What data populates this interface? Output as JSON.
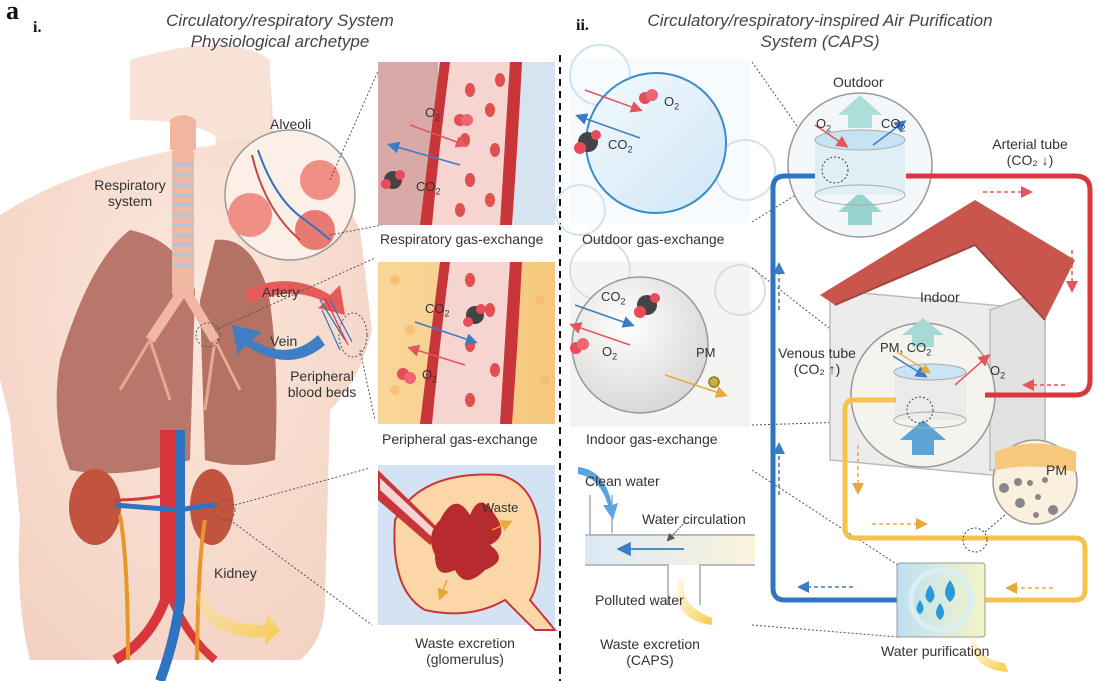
{
  "figure": {
    "panel_letter": "a",
    "left": {
      "numeral": "i.",
      "title_line1": "Circulatory/respiratory System",
      "title_line2": "Physiological archetype",
      "labels": {
        "alveoli": "Alveoli",
        "respiratory_system_line1": "Respiratory",
        "respiratory_system_line2": "system",
        "artery": "Artery",
        "vein": "Vein",
        "peripheral_line1": "Peripheral",
        "peripheral_line2": "blood beds",
        "kidney": "Kidney"
      },
      "insets": {
        "respiratory": {
          "caption": "Respiratory gas-exchange",
          "o2": "O",
          "co2": "CO",
          "sub": "2"
        },
        "peripheral": {
          "caption": "Peripheral gas-exchange",
          "o2": "O",
          "co2": "CO",
          "sub": "2"
        },
        "waste": {
          "caption_line1": "Waste excretion",
          "caption_line2": "(glomerulus)",
          "waste": "Waste"
        }
      }
    },
    "right": {
      "numeral": "ii.",
      "title_line1": "Circulatory/respiratory-inspired Air Purification",
      "title_line2": "System (CAPS)",
      "insets": {
        "outdoor": {
          "caption": "Outdoor gas-exchange",
          "o2": "O",
          "co2": "CO",
          "sub": "2"
        },
        "indoor": {
          "caption": "Indoor gas-exchange",
          "o2": "O",
          "co2": "CO",
          "sub": "2",
          "pm": "PM"
        },
        "water": {
          "clean": "Clean water",
          "circulation": "Water circulation",
          "polluted": "Polluted water",
          "caption_line1": "Waste excretion",
          "caption_line2": "(CAPS)"
        }
      },
      "system": {
        "outdoor": "Outdoor",
        "indoor": "Indoor",
        "o2": "O",
        "co2": "CO",
        "sub": "2",
        "pm_co2": "PM, CO",
        "arterial_line1": "Arterial tube",
        "arterial_line2": "(CO₂ ↓)",
        "venous_line1": "Venous tube",
        "venous_line2": "(CO₂ ↑)",
        "pm": "PM",
        "water_purification": "Water purification"
      }
    },
    "colors": {
      "artery_red": "#d9363e",
      "vein_blue": "#2f74c0",
      "waste_yellow": "#f5c24c",
      "skin": "#f7ddd0",
      "lung": "#b8776a",
      "roof": "#c9564d"
    }
  }
}
